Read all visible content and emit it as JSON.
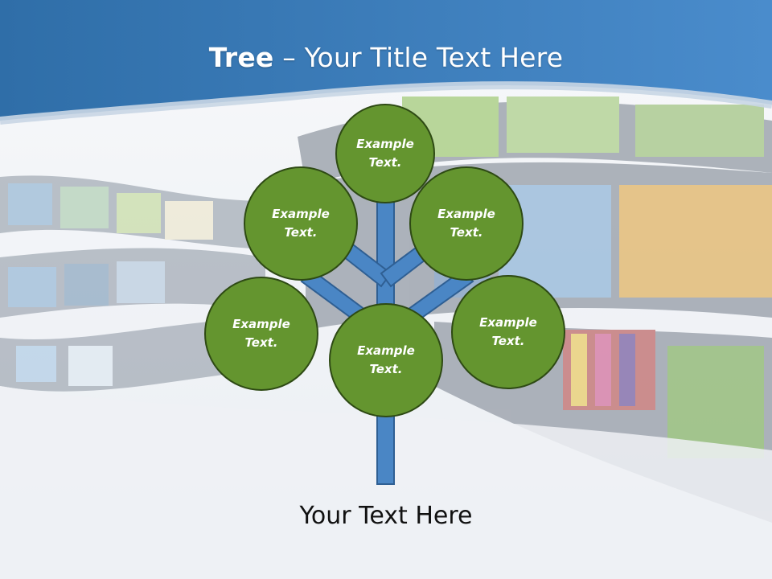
{
  "slide": {
    "title_bold": "Tree",
    "title_rest": " – Your Title Text Here",
    "footer_text": "Your Text Here"
  },
  "nodes": [
    {
      "line1": "Example",
      "line2": "Text."
    },
    {
      "line1": "Example",
      "line2": "Text."
    },
    {
      "line1": "Example",
      "line2": "Text."
    },
    {
      "line1": "Example",
      "line2": "Text."
    },
    {
      "line1": "Example",
      "line2": "Text."
    },
    {
      "line1": "Example",
      "line2": "Text."
    }
  ],
  "colors": {
    "header_blue": "#3b7dbb",
    "node_green": "#64952f",
    "node_border": "#2e4a14",
    "trunk_blue": "#4a86c5",
    "trunk_border": "#2f5f93"
  }
}
